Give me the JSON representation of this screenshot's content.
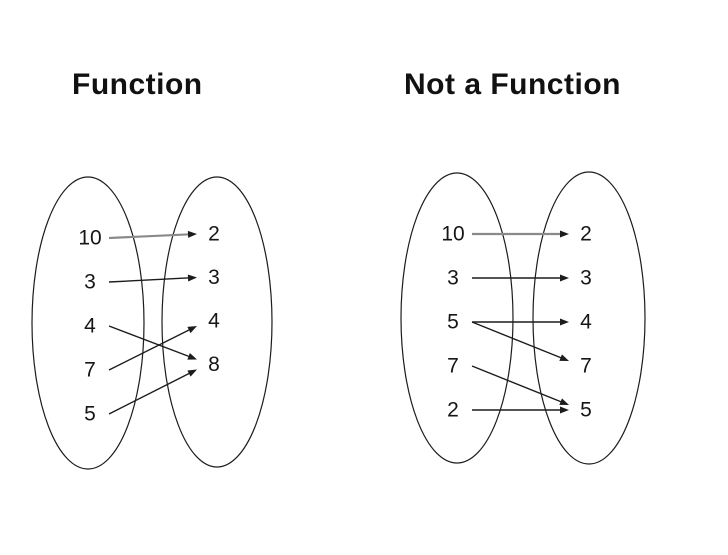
{
  "slide": {
    "background": "#ffffff"
  },
  "style": {
    "line_color": "#1c1c1c",
    "gray_arrow_color": "#8a8a8a",
    "text_color": "#161616"
  },
  "diagrams": [
    {
      "title": "Function",
      "domain": [
        "10",
        "3",
        "4",
        "7",
        "5"
      ],
      "range": [
        "2",
        "3",
        "4",
        "8"
      ],
      "mappings": [
        {
          "from": "10",
          "to": "2",
          "color": "#8a8a8a"
        },
        {
          "from": "3",
          "to": "3",
          "color": "#1c1c1c"
        },
        {
          "from": "4",
          "to": "8",
          "color": "#1c1c1c"
        },
        {
          "from": "7",
          "to": "4",
          "color": "#1c1c1c"
        },
        {
          "from": "5",
          "to": "8",
          "color": "#1c1c1c"
        }
      ]
    },
    {
      "title": "Not a Function",
      "domain": [
        "10",
        "3",
        "5",
        "7",
        "2"
      ],
      "range": [
        "2",
        "3",
        "4",
        "7",
        "5"
      ],
      "mappings": [
        {
          "from": "10",
          "to": "2",
          "color": "#8a8a8a"
        },
        {
          "from": "3",
          "to": "3",
          "color": "#1c1c1c"
        },
        {
          "from": "5",
          "to": "4",
          "color": "#1c1c1c"
        },
        {
          "from": "5",
          "to": "7",
          "color": "#1c1c1c"
        },
        {
          "from": "7",
          "to": "5",
          "color": "#1c1c1c"
        },
        {
          "from": "2",
          "to": "5",
          "color": "#1c1c1c"
        }
      ]
    }
  ]
}
